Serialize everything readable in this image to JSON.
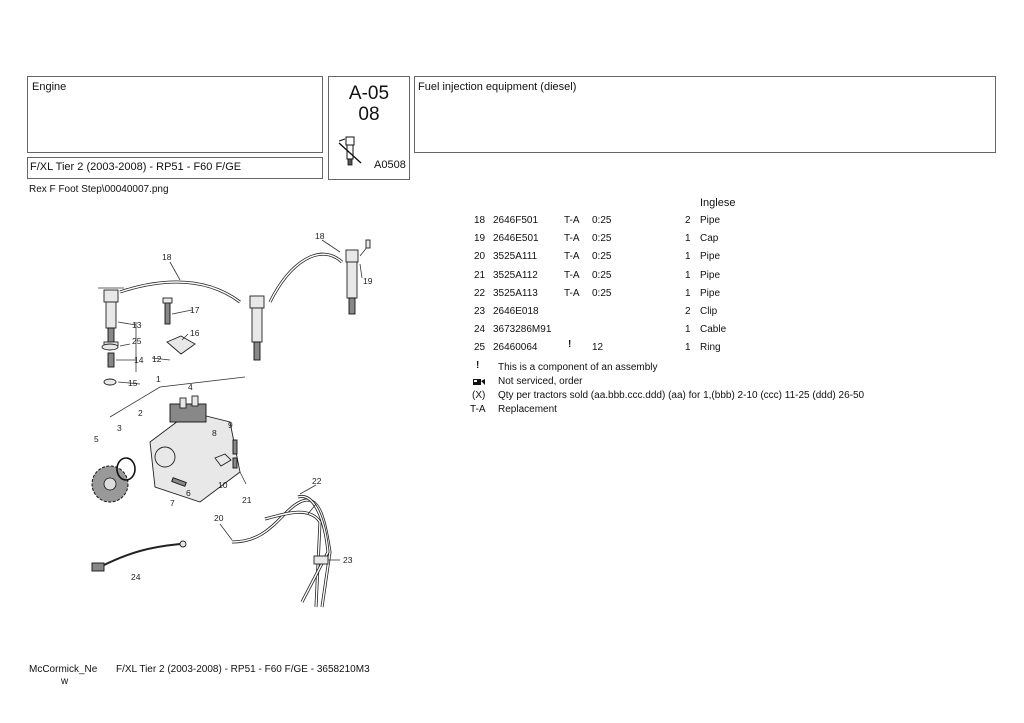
{
  "header": {
    "group": "Engine",
    "code_line1": "A-05",
    "code_line2": "08",
    "code_small": "A0508",
    "title": "Fuel injection equipment (diesel)",
    "model": "F/XL Tier 2 (2003-2008) - RP51 - F60 F/GE"
  },
  "image_path": "Rex F Foot Step\\00040007.png",
  "language": "Inglese",
  "parts": [
    {
      "ref": "18",
      "code": "2646F501",
      "note": "T-A",
      "qtyinfo": "0:25",
      "qty": "2",
      "desc": "Pipe"
    },
    {
      "ref": "19",
      "code": "2646E501",
      "note": "T-A",
      "qtyinfo": "0:25",
      "qty": "1",
      "desc": "Cap"
    },
    {
      "ref": "20",
      "code": "3525A111",
      "note": "T-A",
      "qtyinfo": "0:25",
      "qty": "1",
      "desc": "Pipe"
    },
    {
      "ref": "21",
      "code": "3525A112",
      "note": "T-A",
      "qtyinfo": "0:25",
      "qty": "1",
      "desc": "Pipe"
    },
    {
      "ref": "22",
      "code": "3525A113",
      "note": "T-A",
      "qtyinfo": "0:25",
      "qty": "1",
      "desc": "Pipe"
    },
    {
      "ref": "23",
      "code": "2646E018",
      "note": "",
      "qtyinfo": "",
      "qty": "2",
      "desc": "Clip"
    },
    {
      "ref": "24",
      "code": "3673286M91",
      "note": "",
      "qtyinfo": "",
      "qty": "1",
      "desc": "Cable"
    },
    {
      "ref": "25",
      "code": "26460064",
      "note": "!",
      "qtyinfo": "12",
      "qty": "1",
      "desc": "Ring"
    }
  ],
  "legend": [
    {
      "symbol": "!",
      "text": "This is a component of an assembly"
    },
    {
      "symbol": "pump-icon",
      "text": "Not serviced, order"
    },
    {
      "symbol": "(X)",
      "text": "Qty per tractors sold  (aa.bbb.ccc.ddd) (aa) for 1,(bbb) 2-10 (ccc) 11-25 (ddd) 26-50"
    },
    {
      "symbol": "T-A",
      "text": "Replacement"
    }
  ],
  "diagram_callouts": [
    "1",
    "2",
    "3",
    "4",
    "5",
    "6",
    "7",
    "8",
    "9",
    "10",
    "12",
    "13",
    "14",
    "15",
    "16",
    "17",
    "18",
    "19",
    "20",
    "21",
    "22",
    "23",
    "24",
    "25"
  ],
  "footer": {
    "brand_line1": "McCormick_Ne",
    "brand_line2": "w",
    "model_ref": "F/XL Tier 2 (2003-2008) - RP51 - F60 F/GE - 3658210M3"
  }
}
